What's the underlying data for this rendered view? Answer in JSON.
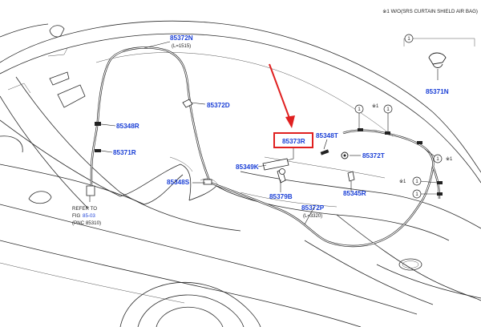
{
  "header_note": "※1 W/O(SRS CURTAIN SHIELD AIR BAG)",
  "parts": {
    "p85372N": "85372N",
    "p85372N_len": "(L=1515)",
    "p85372D": "85372D",
    "p85348R": "85348R",
    "p85371R": "85371R",
    "p85348S": "85348S",
    "p85349K": "85349K",
    "p85373R": "85373R",
    "p85379B": "85379B",
    "p85348T": "85348T",
    "p85372T": "85372T",
    "p85345R": "85345R",
    "p85372P": "85372P",
    "p85372P_len": "(L=3320)",
    "p85371N": "85371N"
  },
  "refer": {
    "line1": "REFER TO",
    "fig_prefix": "FIG ",
    "fig_ref": "85-03",
    "pnc": "(PNC 85310)"
  },
  "circle_mark": "1",
  "note_mark": "※1",
  "highlight_color": "#e02020",
  "label_color": "#1a3fd6"
}
